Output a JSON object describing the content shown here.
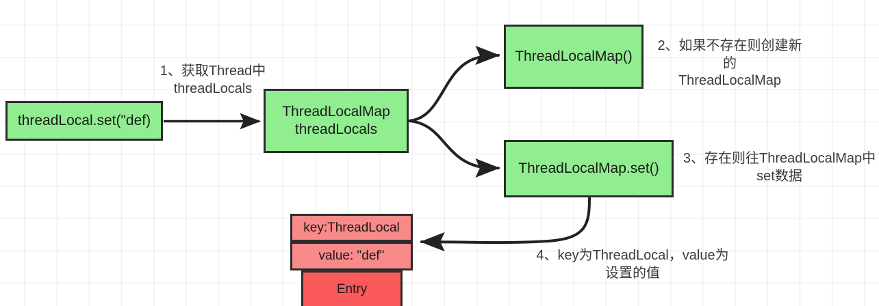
{
  "diagram": {
    "title": "ThreadLocal.set() execution flow",
    "colors": {
      "node_green": "#90ee90",
      "node_pink": "#f98a8a",
      "node_red": "#fa5a5a",
      "node_border": "#2c2c2c",
      "edge": "#222222",
      "grid": "#e8e8e8",
      "background": "#ffffff",
      "label_text": "#3b3b3b"
    },
    "nodes": {
      "set_call": "threadLocal.set(\"def)",
      "threadlocals_field": "ThreadLocalMap\nthreadLocals",
      "threadlocalmap_ctor": "ThreadLocalMap()",
      "threadlocalmap_set": "ThreadLocalMap.set()",
      "entry_key": "key:ThreadLocal",
      "entry_value": "value: \"def\"",
      "entry": "Entry"
    },
    "labels": {
      "step1": "1、获取Thread中\nthreadLocals",
      "step2": "2、如果不存在则创建新的\nThreadLocalMap",
      "step3": "3、存在则往ThreadLocalMap中\nset数据",
      "step4": "4、key为ThreadLocal，value为\n设置的值"
    },
    "edges": [
      {
        "name": "set-call-to-threadlocals",
        "from": "set_call",
        "to": "threadlocals_field",
        "style": "straight",
        "label": "step1"
      },
      {
        "name": "threadlocals-to-ctor",
        "from": "threadlocals_field",
        "to": "threadlocalmap_ctor",
        "style": "curved",
        "label": "step2"
      },
      {
        "name": "threadlocals-to-set",
        "from": "threadlocals_field",
        "to": "threadlocalmap_set",
        "style": "curved",
        "label": "step3"
      },
      {
        "name": "set-to-entry",
        "from": "threadlocalmap_set",
        "to": "entry_key",
        "style": "curved",
        "label": "step4"
      }
    ]
  }
}
